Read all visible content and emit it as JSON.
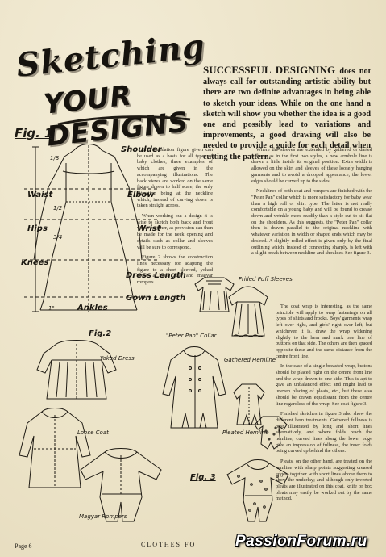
{
  "title": {
    "line1": "Sketching",
    "line2": "YOUR DESIGNS"
  },
  "intro": {
    "lead": "SUCCESSFUL DESIGNING",
    "text": " does not always call for outstanding artistic ability but there are two definite advantages in being able to sketch your ideas. While on the one hand a sketch will show you whether the idea is a good one and possibly lead to variations and improvements, a good drawing will also be needed to provide a guide for each detail when cutting the pattern."
  },
  "figures": {
    "fig1": "Fig. 1",
    "fig2": "Fig.2",
    "fig3": "Fig. 3"
  },
  "measure_labels": {
    "shoulder": "Shoulder",
    "waist": "Waist",
    "elbow": "Elbow",
    "hips": "Hips",
    "wrist": "Wrist",
    "knees": "Knees",
    "dress_length": "Dress Length",
    "gown_length": "Gown Length",
    "ankles": "Ankles",
    "frac_top": "1/8",
    "frac_waist": "1/2",
    "frac_hips": "3/4",
    "frac_bottom": "1\""
  },
  "garment_labels": {
    "yoked_dress": "Yoked Dress",
    "peter_pan_collar": "\"Peter Pan\" Collar",
    "loose_coat": "Loose Coat",
    "magyar_rompers": "Magyar Rompers",
    "frilled_puff_sleeves": "Frilled Puff Sleeves",
    "gathered_hemline": "Gathered Hemline",
    "pleated_hemline": "Pleated Hemline"
  },
  "column1": [
    "The foundation figure given can be used as a basis for all types of baby clothes, three examples of which are given in the accompanying illustrations. The back views are worked on the same figure drawn to half scale, the only alteration being at the neckline which, instead of curving down is taken straight across.",
    "When working out a design it is wise to sketch both back and front views together, as provision can then be made for the neck opening and details such as collar and sleeves will be sure to correspond.",
    "Figure 2 shows the construction lines necessary for adapting the figure to a short sleeved, yoked dress, a loose coat and magyar rompers."
  ],
  "column2": [
    "Where the sleeves are extended by gathered or darted fullness as in the first two styles, a new armhole line is drawn a little inside its original position. Extra width is allowed on the skirt and sleeves of these loosely hanging garments and to avoid a drooped appearance, the lower edges should be curved up to the sides.",
    "Necklines of both coat and rompers are finished with the \"Peter Pan\" collar which is more satisfactory for baby wear than a high roll or shirt type. The latter is not really comfortable on a young baby and will be found to crease down and wrinkle more readily than a style cut to sit flat on the shoulders. As this suggests, the \"Peter Pan\" collar then is drawn parallel to the original neckline with whatever variation in width or shaped ends which may be desired. A slightly rolled effect is given only by the final outlining which, instead of connecting sharply, is left with a slight break between neckline and shoulder. See figure 3.",
    "The coat wrap is interesting, as the same principle will apply to wrap fastenings on all types of shirts and frocks. Boys' garments wrap left over right, and girls' right over left, but whichever it is, draw the wrap widening slightly to the hem and mark one line of buttons on that side. The others are then spaced opposite these and the same distance from the centre front line.",
    "In the case of a single breasted wrap, buttons should be placed right on the centre front line and the wrap drawn to one side. This is apt to give an unbalanced effect and might lead to uneven placing of pleats, etc., but these also should be drawn equidistant from the centre line regardless of the wrap. See coat figure 3.",
    "Finished sketches in figure 3 also show the different hem treatments. Gathered fullness is best illustrated by long and short lines alternatively, and where folds reach the hemline, curved lines along the lower edge give an impression of fullness, the inner folds being curved up behind the others.",
    "Pleats, on the other hand, are treated on the hemline with sharp points suggesting creased edges, together with short lines above them to show the underlay; and although only inverted pleats are illustrated on this coat, knife or box pleats may easily be worked out by the same method."
  ],
  "footer": {
    "page": "Page 6",
    "magazine": "CLOTHES FO"
  },
  "watermark": "PassionForum.ru"
}
